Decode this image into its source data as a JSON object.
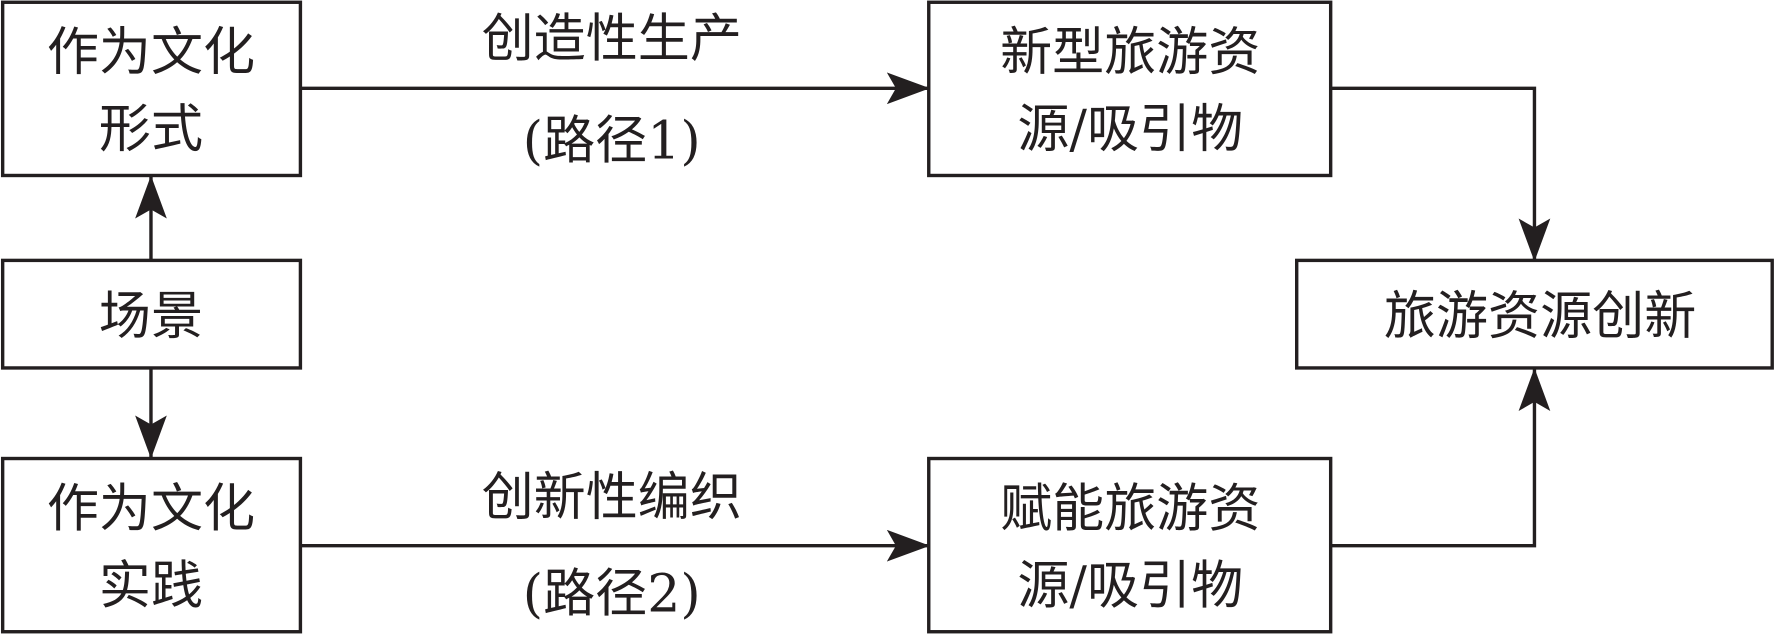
{
  "nodes": {
    "cultural_form": [
      "作为文化",
      "形式"
    ],
    "scene": "场景",
    "cultural_practice": [
      "作为文化",
      "实践"
    ],
    "new_resources": [
      "新型旅游资",
      "源/吸引物"
    ],
    "enabled_resources": [
      "赋能旅游资",
      "源/吸引物"
    ],
    "innovation": "旅游资源创新"
  },
  "edges": {
    "path1_label": "创造性生产",
    "path1_name": "(路径1)",
    "path2_label": "创新性编织",
    "path2_name": "(路径2)"
  }
}
